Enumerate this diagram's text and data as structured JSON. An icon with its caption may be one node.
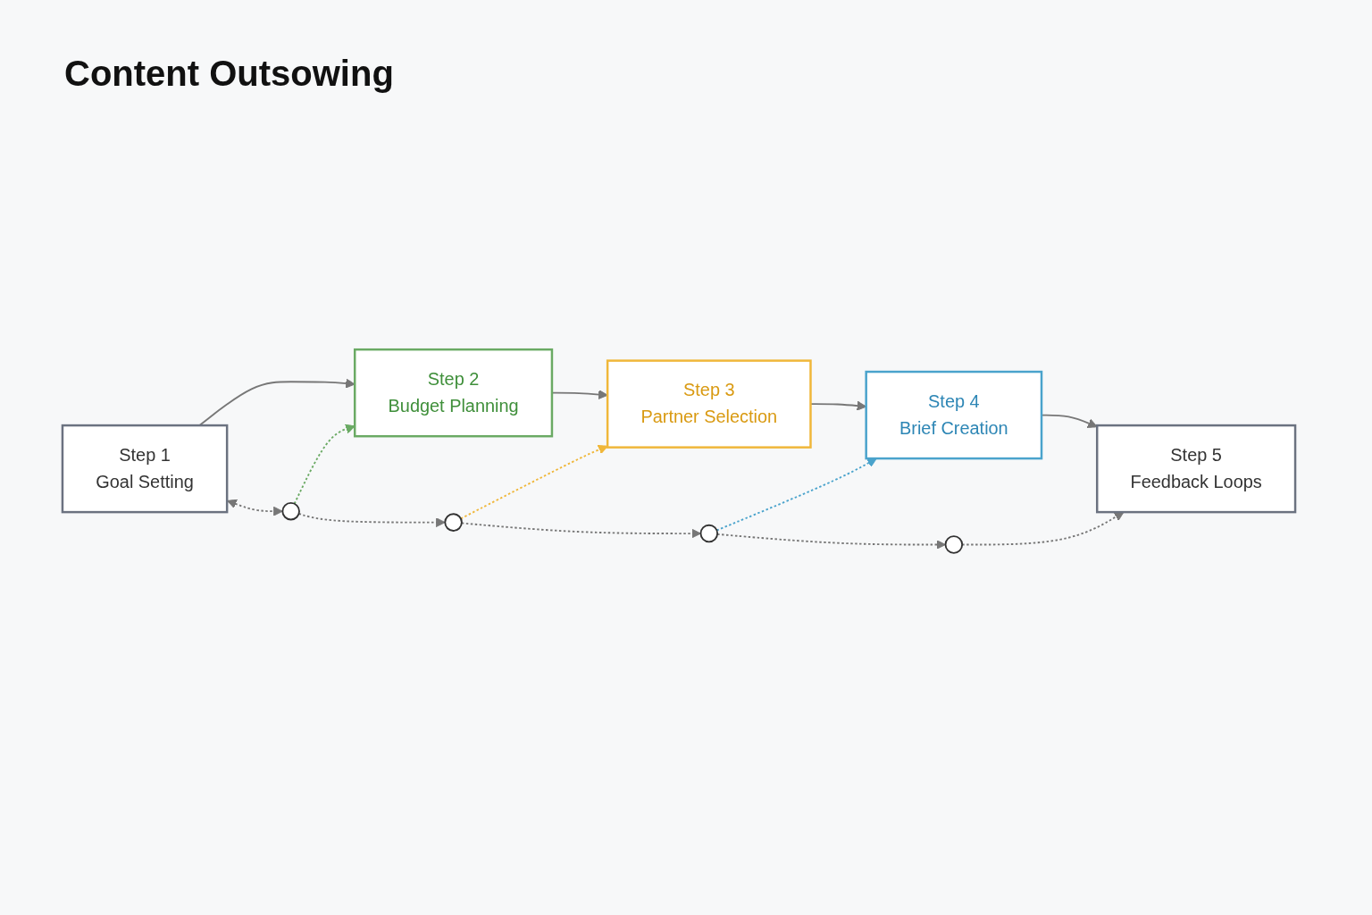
{
  "diagram": {
    "title": "Content Outsowing",
    "nodes": [
      {
        "text": [
          "Step 1",
          "Goal Setting"
        ]
      },
      {
        "text": [
          "Step 2",
          "Budget Planning"
        ]
      },
      {
        "text": [
          "Step 3",
          "Partner Selection"
        ]
      },
      {
        "text": [
          "Step 4",
          "Brief Creation"
        ]
      },
      {
        "text": [
          "Step 5",
          "Feedback Loops"
        ]
      },
      {
        "text": [],
        "shape": "circle"
      },
      {
        "text": [],
        "shape": "circle"
      },
      {
        "text": [],
        "shape": "circle"
      },
      {
        "text": [],
        "shape": "circle"
      }
    ],
    "edges": [
      {
        "from": 0,
        "to": 1,
        "arrow": "to"
      },
      {
        "from": 1,
        "to": 2,
        "arrow": "to"
      },
      {
        "from": 2,
        "to": 3,
        "arrow": "to"
      },
      {
        "from": 3,
        "to": 4,
        "arrow": "to"
      },
      {
        "from": 0,
        "to": 5,
        "arrow": "both",
        "style": "dashed"
      },
      {
        "from": 5,
        "to": 6,
        "arrow": "to",
        "style": "dashed"
      },
      {
        "from": 6,
        "to": 7,
        "arrow": "to",
        "style": "dashed"
      },
      {
        "from": 7,
        "to": 8,
        "arrow": "to",
        "style": "dashed"
      },
      {
        "from": 5,
        "to": 1,
        "arrow": "to",
        "style": "dashed",
        "color": "#6aaa64"
      },
      {
        "from": 6,
        "to": 2,
        "arrow": "to",
        "style": "dashed",
        "color": "#f0b73a"
      },
      {
        "from": 7,
        "to": 3,
        "arrow": "to",
        "style": "dashed",
        "color": "#4aa3cc"
      },
      {
        "from": 8,
        "to": 4,
        "arrow": "to",
        "style": "dashed"
      }
    ]
  }
}
